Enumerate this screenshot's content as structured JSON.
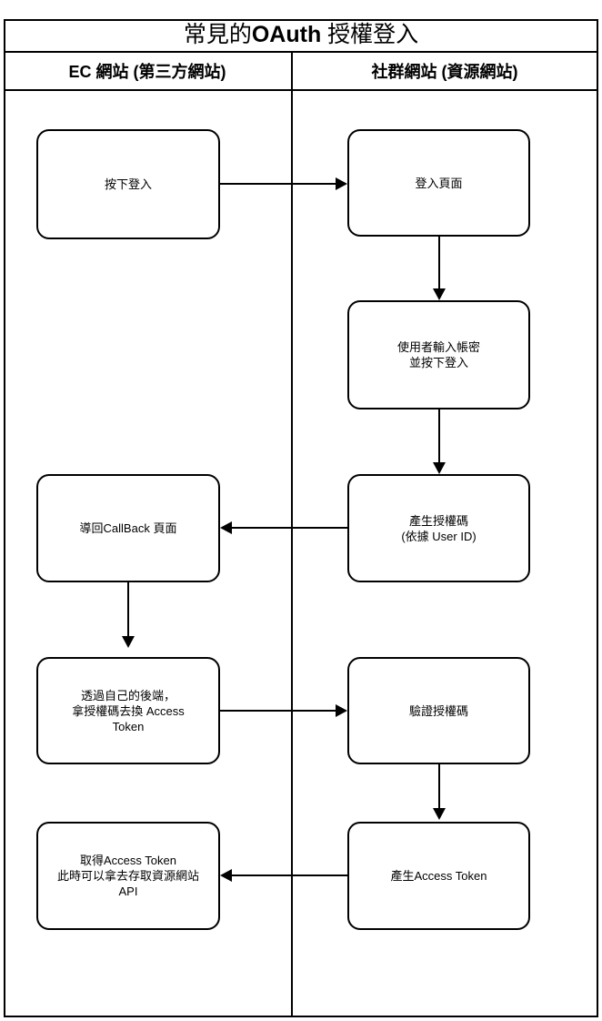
{
  "diagram": {
    "title_prefix": "常見的",
    "title_emphasis": "OAuth",
    "title_suffix": " 授權登入",
    "title_full": "常見的OAuth 授權登入",
    "lanes": [
      {
        "id": "ec",
        "label": "EC 網站 (第三方網站)"
      },
      {
        "id": "social",
        "label": "社群網站 (資源網站)"
      }
    ],
    "colors": {
      "stroke": "#000000",
      "fill": "#ffffff",
      "text": "#000000"
    },
    "nodes": [
      {
        "id": "press-login",
        "lane": "ec",
        "label": "按下登入"
      },
      {
        "id": "login-page",
        "lane": "social",
        "label": "登入頁面"
      },
      {
        "id": "user-input-creds",
        "lane": "social",
        "label": "使用者輸入帳密\n並按下登入"
      },
      {
        "id": "generate-auth-code",
        "lane": "social",
        "label": "產生授權碼\n(依據 User ID)"
      },
      {
        "id": "callback-page",
        "lane": "ec",
        "label": "導回CallBack 頁面"
      },
      {
        "id": "exchange-token",
        "lane": "ec",
        "label": "透過自己的後端，\n拿授權碼去換 Access\nToken"
      },
      {
        "id": "verify-auth-code",
        "lane": "social",
        "label": "驗證授權碼"
      },
      {
        "id": "generate-token",
        "lane": "social",
        "label": "產生Access Token"
      },
      {
        "id": "got-token",
        "lane": "ec",
        "label": "取得Access Token\n此時可以拿去存取資源網站\nAPI"
      }
    ],
    "edges": [
      {
        "id": "e1",
        "from": "press-login",
        "to": "login-page",
        "direction": "right"
      },
      {
        "id": "e2",
        "from": "login-page",
        "to": "user-input-creds",
        "direction": "down"
      },
      {
        "id": "e3",
        "from": "user-input-creds",
        "to": "generate-auth-code",
        "direction": "down"
      },
      {
        "id": "e4",
        "from": "generate-auth-code",
        "to": "callback-page",
        "direction": "left"
      },
      {
        "id": "e5",
        "from": "callback-page",
        "to": "exchange-token",
        "direction": "down"
      },
      {
        "id": "e6",
        "from": "exchange-token",
        "to": "verify-auth-code",
        "direction": "right"
      },
      {
        "id": "e7",
        "from": "verify-auth-code",
        "to": "generate-token",
        "direction": "down"
      },
      {
        "id": "e8",
        "from": "generate-token",
        "to": "got-token",
        "direction": "left"
      }
    ]
  }
}
